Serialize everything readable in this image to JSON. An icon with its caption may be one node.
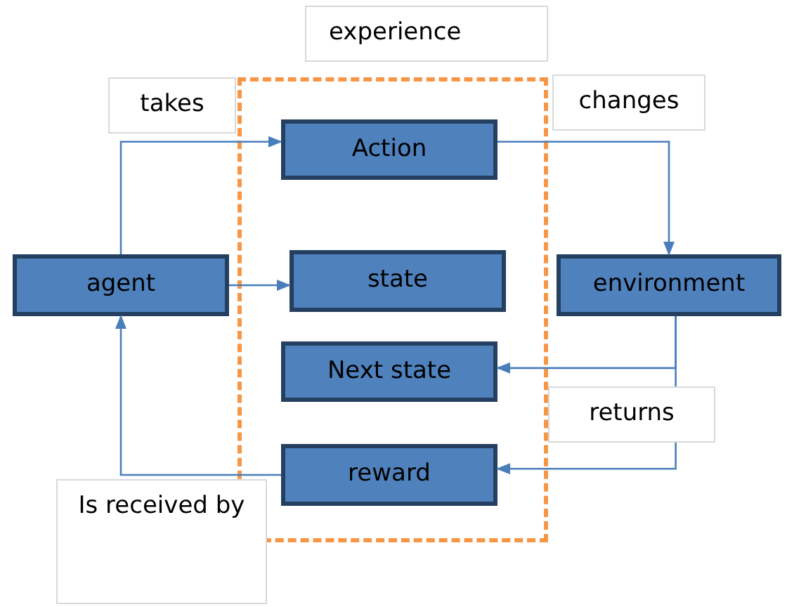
{
  "diagram": {
    "nodes": [
      {
        "text": [
          "experience"
        ]
      },
      {
        "text": [
          "Action"
        ],
        "in": 0
      },
      {
        "text": [
          "state"
        ],
        "in": 0
      },
      {
        "text": [
          "Next state"
        ],
        "in": 0
      },
      {
        "text": [
          "reward"
        ],
        "in": 0
      },
      {
        "text": [
          "agent"
        ]
      },
      {
        "text": [
          "environment"
        ]
      }
    ],
    "edges": [
      {
        "from": 5,
        "to": 1,
        "arrow": "to",
        "label": "takes"
      },
      {
        "from": 5,
        "to": 2,
        "arrow": "to"
      },
      {
        "from": 1,
        "to": 6,
        "arrow": "to",
        "label": "changes"
      },
      {
        "from": 6,
        "to": 3,
        "arrow": "to"
      },
      {
        "from": 6,
        "to": 4,
        "arrow": "to",
        "label": "returns"
      },
      {
        "from": 4,
        "to": 5,
        "arrow": "to",
        "label": "Is received by"
      }
    ]
  }
}
